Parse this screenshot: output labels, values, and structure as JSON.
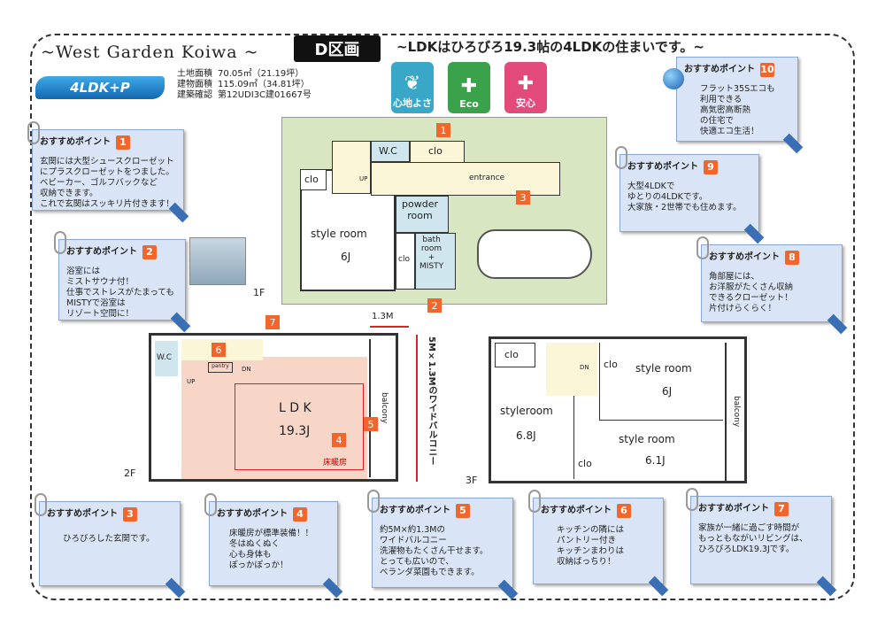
{
  "header": {
    "title": "~West Garden Koiwa ~",
    "block": "D区画",
    "tagline": "~LDKはひろびろ19.3帖の4LDKの住まいです。~",
    "plan": "4LDK+P"
  },
  "specs": [
    {
      "label": "土地面積",
      "value": "70.05㎡（21.19坪）"
    },
    {
      "label": "建物面積",
      "value": "115.09㎡（34.81坪）"
    },
    {
      "label": "建築確認",
      "value": "第12UDI3C建01667号"
    }
  ],
  "features": [
    {
      "label": "心地よさ",
      "color": "#39a7c7",
      "plus": "Plus"
    },
    {
      "label": "Eco",
      "color": "#3aa24a",
      "plus": "Plus"
    },
    {
      "label": "安心",
      "color": "#e24a7b",
      "plus": "Plus"
    }
  ],
  "cards": {
    "c1": {
      "head": "おすすめポイント",
      "num": "1",
      "body": "玄関には大型シュースクローゼット\nにプラスクローゼットをつました。\nベビーカー、ゴルフバックなど\n収納できます。\nこれで玄関はスッキリ片付きます！"
    },
    "c2": {
      "head": "おすすめポイント",
      "num": "2",
      "body": "浴室には\nミストサウナ付！\n仕事でストレスがたまっても\nMISTYで浴室は\nリゾート空間に！"
    },
    "c3": {
      "head": "おすすめポイント",
      "num": "3",
      "body": "ひろびろした玄関です。"
    },
    "c4": {
      "head": "おすすめポイント",
      "num": "4",
      "body": "床暖房が標準装備！！\n冬はぬくぬく\n心も身体も\nぽっかぽっか！"
    },
    "c5": {
      "head": "おすすめポイント",
      "num": "5",
      "body": "約5M×約1.3Mの\nワイドバルコニー\n洗濯物もたくさん干せます。\nとっても広いので、\nベランダ菜園もできます。"
    },
    "c6": {
      "head": "おすすめポイント",
      "num": "6",
      "body": "キッチンの隣には\nパントリー付き\nキッチンまわりは\n収納ばっちり！"
    },
    "c7": {
      "head": "おすすめポイント",
      "num": "7",
      "body": "家族が一緒に過ごす時間が\nもっともながいリビングは、\nひろびろLDK19.3Jです。"
    },
    "c8": {
      "head": "おすすめポイント",
      "num": "8",
      "body": "角部屋には、\nお洋服がたくさん収納\nできるクローゼット！\n片付けらくらく！"
    },
    "c9": {
      "head": "おすすめポイント",
      "num": "9",
      "body": "大型4LDKで\nゆとりの4LDKです。\n大家族・2世帯でも住めます。"
    },
    "c10": {
      "head": "おすすめポイント",
      "num": "10",
      "body": "フラット35Sエコも\n利用できる\n高気密高断熱\nの住宅で\n快適エコ生活！"
    }
  },
  "floor1": {
    "floor": "1F",
    "wc": "W.C",
    "clo_top": "clo",
    "clo_left": "clo",
    "entrance": "entrance",
    "up": "UP",
    "powder": "powder\nroom",
    "bath": "bath\nroom\n+\nMISTY",
    "style_room": "style room",
    "style_size": "6J",
    "clo_mid": "clo",
    "marks": [
      "1",
      "2",
      "3"
    ]
  },
  "floor2": {
    "floor": "2F",
    "wc": "W.C",
    "up": "UP",
    "dn": "DN",
    "pantry": "pantry",
    "ldk": "L D K",
    "ldk_size": "19.3J",
    "floor_heat": "床暖房",
    "balcony": "balcony",
    "width": "1.3M",
    "wide": "5M×1.3Mのワイドバルコニー",
    "marks": [
      "7",
      "6",
      "4",
      "5"
    ]
  },
  "floor3": {
    "floor": "3F",
    "clo1": "clo",
    "clo2": "clo",
    "clo3": "clo",
    "dn": "DN",
    "room1": "style room",
    "room1_size": "6J",
    "room2": "styleroom",
    "room2_size": "6.8J",
    "room3": "style room",
    "room3_size": "6.1J",
    "balcony": "balcony"
  }
}
